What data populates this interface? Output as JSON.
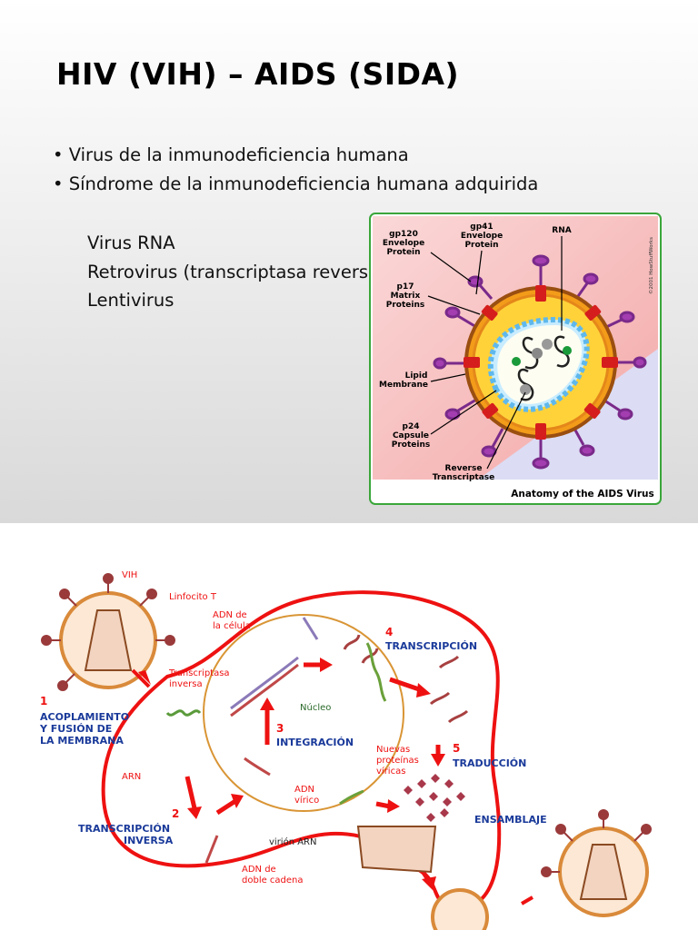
{
  "slide1": {
    "title": "HIV (VIH) – AIDS (SIDA)",
    "bullets": [
      "Virus de la inmunodeficiencia humana",
      "Síndrome de la inmunodeficiencia humana adquirida"
    ],
    "subitems": [
      "Virus RNA",
      "Retrovirus (transcriptasa reversa)",
      "Lentivirus"
    ],
    "anatomy": {
      "gp120": [
        "gp120",
        "Envelope",
        "Protein"
      ],
      "gp41": [
        "gp41",
        "Envelope",
        "Protein"
      ],
      "rna": "RNA",
      "p17": [
        "p17",
        "Matrix",
        "Proteins"
      ],
      "lipid": [
        "Lipid",
        "Membrane"
      ],
      "p24": [
        "p24",
        "Capsule",
        "Proteins"
      ],
      "rt": [
        "Reverse",
        "Transcriptase"
      ],
      "caption": "Anatomy of the AIDS Virus",
      "copyright": "©2001 HowStuffWorks"
    }
  },
  "slide2": {
    "vih": "VIH",
    "linfocito": "Linfocito T",
    "adn_celula": [
      "ADN de",
      "la célula"
    ],
    "step1_num": "1",
    "step1": [
      "ACOPLAMIENTO",
      "Y FUSIÓN DE",
      "LA MEMBRANA"
    ],
    "transcriptasa": [
      "Transcriptasa",
      "inversa"
    ],
    "arn": "ARN",
    "step2_num": "2",
    "step2": [
      "TRANSCRIPCIÓN",
      "INVERSA"
    ],
    "adn_doble": [
      "ADN de",
      "doble cadena"
    ],
    "nucleo": "Núcleo",
    "step3_num": "3",
    "step3": "INTEGRACIÓN",
    "adn_virico": [
      "ADN",
      "vírico"
    ],
    "step4_num": "4",
    "step4": "TRANSCRIPCIÓN",
    "nuevas": [
      "Nuevas",
      "proteínas",
      "víricas"
    ],
    "step5_num": "5",
    "step5": "TRADUCCIÓN",
    "step6": "ENSAMBLAJE",
    "virion": "virión ARN"
  }
}
